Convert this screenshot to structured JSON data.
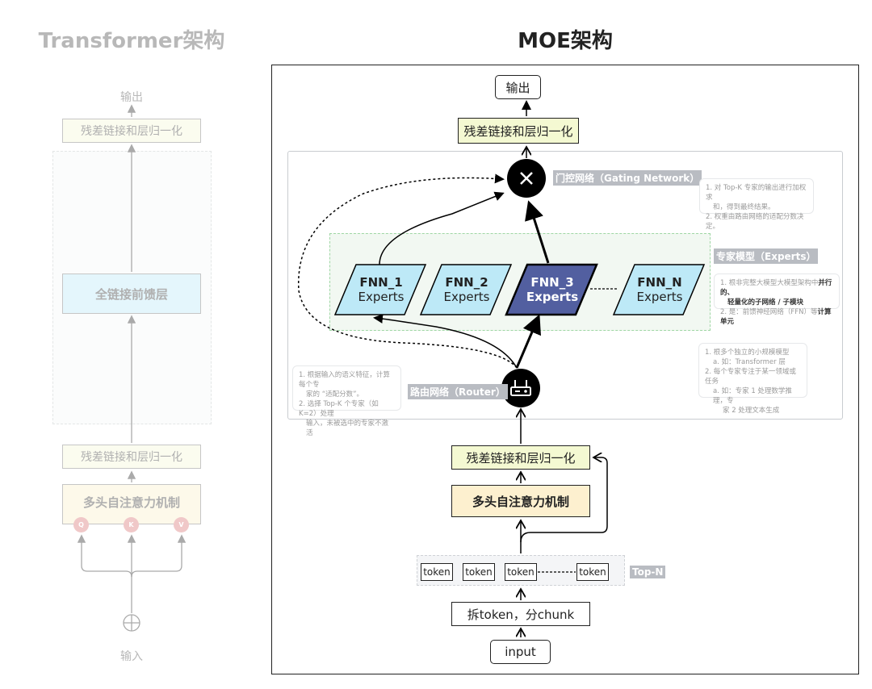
{
  "transformer": {
    "title": "Transformer架构",
    "output_label": "输出",
    "layernorm_top": "残差链接和层归一化",
    "ffn": "全链接前馈层",
    "layernorm_bottom": "残差链接和层归一化",
    "attention": "多头自注意力机制",
    "q": "Q",
    "k": "K",
    "v": "V",
    "input_label": "输入"
  },
  "moe": {
    "title": "MOE架构",
    "output": "输出",
    "layernorm_top": "残差链接和层归一化",
    "gating_tag": "门控网络（Gating Network）",
    "gating_notes": [
      "1. 对 Top-K 专家的输出进行加权求",
      "   和，得到最终结果。",
      "2. 权重由路由网络的适配分数决定。"
    ],
    "experts_tag": "专家模型（Experts）",
    "experts_notes": {
      "line1_plain": "1. 根非完整大模型大模型架构中",
      "line1_bold": "并行的、",
      "line2_bold": "轻量化的子网络 / 子模块",
      "line3_plain": "2. 是：前馈神经网络（FFN）等",
      "line3_bold": "计算单元"
    },
    "experts": [
      {
        "name": "FNN_1",
        "sub": "Experts",
        "selected": false
      },
      {
        "name": "FNN_2",
        "sub": "Experts",
        "selected": false
      },
      {
        "name": "FNN_3",
        "sub": "Experts",
        "selected": true
      },
      {
        "name": "FNN_N",
        "sub": "Experts",
        "selected": false
      }
    ],
    "expert_detail_notes": [
      "1. 根多个独立的小规模模型",
      "   a. 如：Transformer 层",
      "2. 每个专家专注于某一领域或任务",
      "   a. 如：专家 1 处理数学推理，专",
      "      家 2 处理文本生成"
    ],
    "router_tag": "路由网络（Router）",
    "router_notes": [
      "1. 根据输入的语义特征，计算每个专",
      "   家的 “适配分数”。",
      "2. 选择 Top-K 个专家（如 K=2）处理",
      "   输入，未被选中的专家不激活"
    ],
    "layernorm_bottom": "残差链接和层归一化",
    "attention": "多头自注意力机制",
    "tokens": [
      "token",
      "token",
      "token",
      "token"
    ],
    "topn_tag": "Top-N",
    "tokenize": "拆token，分chunk",
    "input": "input",
    "colors": {
      "expert_fill": "#bde9f7",
      "expert_selected": "#525fa0",
      "layernorm": "#f4f9d2",
      "attention": "#fdf0cf"
    }
  }
}
